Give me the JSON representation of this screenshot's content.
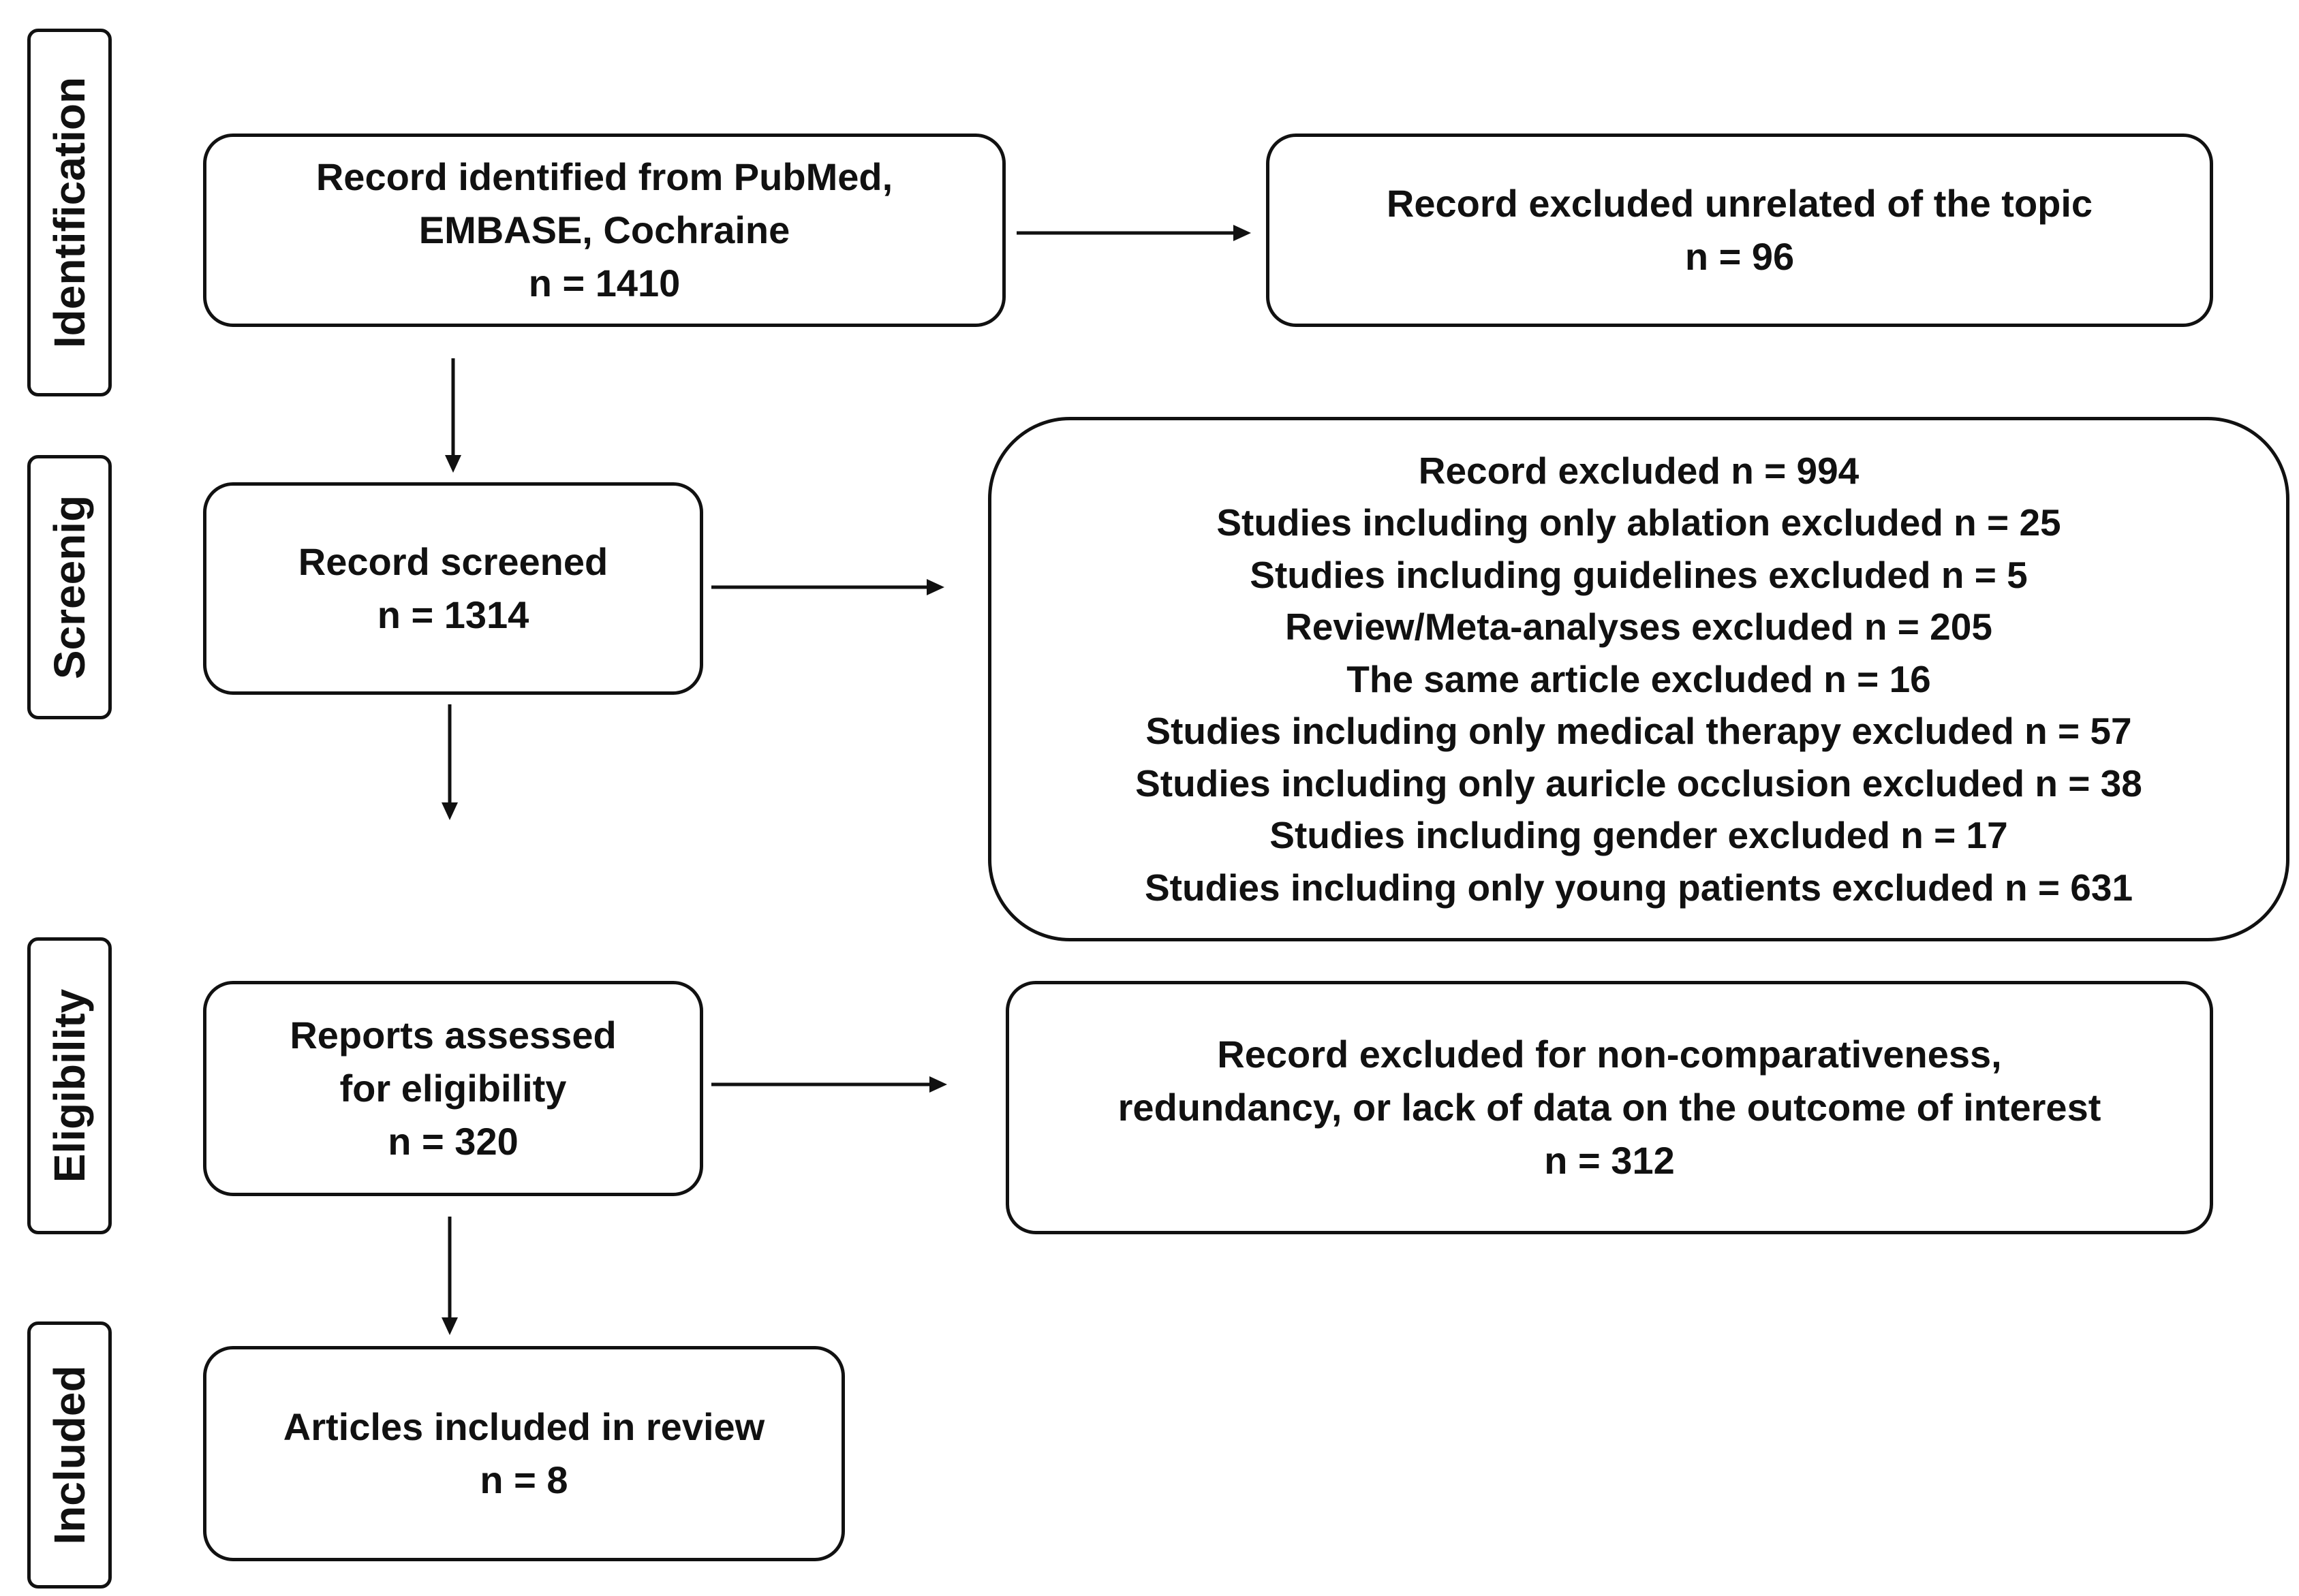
{
  "phases": [
    {
      "label": "Identification"
    },
    {
      "label": "Screenig"
    },
    {
      "label": "Eligibility"
    },
    {
      "label": "Included"
    }
  ],
  "identified": {
    "lines": [
      "Record identified from PubMed,",
      "EMBASE, Cochraine",
      "n = 1410"
    ]
  },
  "excluded_unrelated": {
    "lines": [
      "Record excluded unrelated of the topic",
      "n = 96"
    ]
  },
  "screened": {
    "lines": [
      "Record screened",
      "n = 1314"
    ]
  },
  "excluded_screening": {
    "lines": [
      "Record excluded n = 994",
      "Studies including only ablation excluded n = 25",
      "Studies including guidelines excluded n = 5",
      "Review/Meta-analyses excluded n = 205",
      "The same article excluded n = 16",
      "Studies including only medical therapy excluded n = 57",
      "Studies including only  auricle occlusion excluded n = 38",
      "Studies including gender excluded n = 17",
      "Studies including only young patients excluded n = 631"
    ]
  },
  "eligibility": {
    "lines": [
      "Reports assessed",
      "for eligibility",
      "n = 320"
    ]
  },
  "excluded_eligibility": {
    "lines": [
      "Record excluded for non-comparativeness,",
      "redundancy, or lack of data on the outcome of interest",
      "n = 312"
    ]
  },
  "included": {
    "lines": [
      "Articles included in review",
      "n = 8"
    ]
  }
}
